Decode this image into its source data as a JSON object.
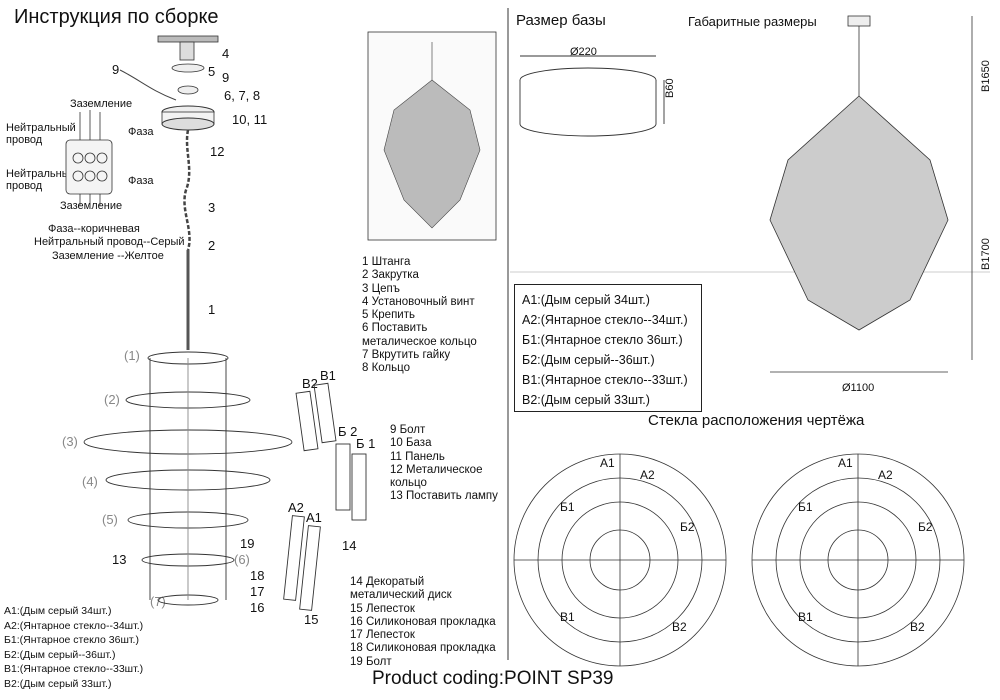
{
  "title": "Инструкция по сборке",
  "base_size_title": "Размер базы",
  "overall_title": "Габаритные размеры",
  "glass_layout_title": "Стекла расположения чертёжа",
  "product_code": "Product coding:POINT SP39",
  "base_dims": {
    "diameter": "Ø220",
    "height": "В60"
  },
  "overall_dims": {
    "total_height": "В1650",
    "body_height": "В1700",
    "diameter": "Ø1100"
  },
  "wiring": {
    "ground_top": "Заземление",
    "neutral_1": "Нейтральный провод",
    "phase_1": "Фаза",
    "neutral_2": "Нейтральный провод",
    "phase_2": "Фаза",
    "ground_bottom": "Заземление",
    "legend_phase": "Фаза--коричневая",
    "legend_neutral": "Нейтральный провод--Серый",
    "legend_ground": "Заземление --Желтое"
  },
  "callouts_top": [
    "4",
    "5",
    "9",
    "6, 7, 8",
    "10, 11",
    "12",
    "3",
    "2",
    "1",
    "9"
  ],
  "tiers": [
    "(1)",
    "(2)",
    "(3)",
    "(4)",
    "(5)",
    "(6)",
    "(7)"
  ],
  "callouts_mid": [
    "B2",
    "B1",
    "Б 2",
    "Б 1",
    "A2",
    "A1",
    "19",
    "14",
    "13",
    "18",
    "17",
    "16",
    "15"
  ],
  "parts_list_1": [
    "1  Штанга",
    "2  Закрутка",
    "3  Цепъ",
    "4  Установочный винт",
    "5  Крепить",
    "6  Поставить",
    "    металическое кольцо",
    "7  Вкрутить гайку",
    "8  Кольцо"
  ],
  "parts_list_2": [
    "9  Болт",
    "10 База",
    "11 Панель",
    "12 Металическое",
    "    кольцо",
    "13 Поставить лампу"
  ],
  "parts_list_3": [
    "14  Декоратый",
    "      металический диск",
    "15 Лепесток",
    "16 Силиконовая прокладка",
    "17 Лепесток",
    "18 Силиконовая прокладка",
    "19 Болт"
  ],
  "glass_list_left": [
    "A1:(Дым серый 34шт.)",
    "A2:(Янтарное стекло--34шт.)",
    "Б1:(Янтарное стекло 36шт.)",
    "Б2:(Дым серый--36шт.)",
    "B1:(Янтарное стекло--33шт.)",
    "B2:(Дым серый 33шт.)"
  ],
  "glass_list_box": [
    "A1:(Дым серый 34шт.)",
    "A2:(Янтарное стекло--34шт.)",
    "Б1:(Янтарное стекло 36шт.)",
    "Б2:(Дым серый--36шт.)",
    "B1:(Янтарное стекло--33шт.)",
    "B2:(Дым серый 33шт.)"
  ],
  "ring_labels": [
    "A1",
    "A2",
    "Б1",
    "Б2",
    "B1",
    "B2"
  ]
}
